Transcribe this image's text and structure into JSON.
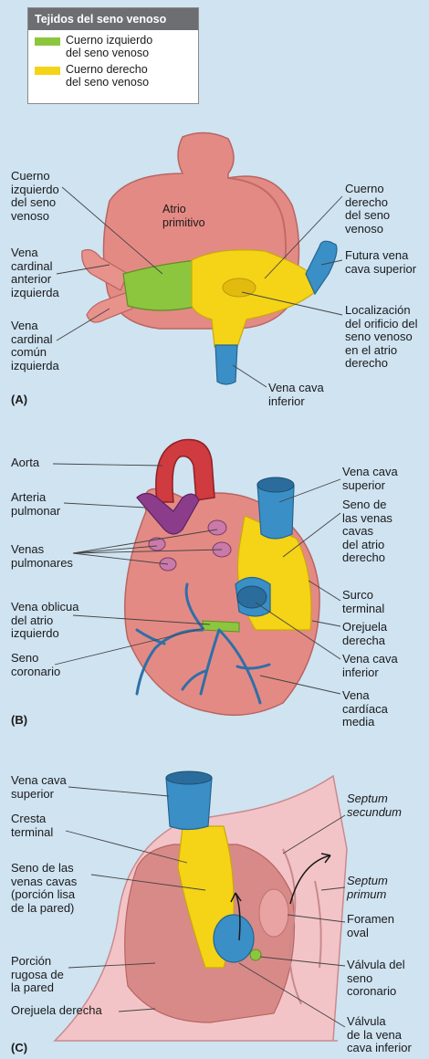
{
  "legend": {
    "title": "Tejidos del seno venoso",
    "items": [
      {
        "label": "Cuerno izquierdo\ndel seno venoso",
        "color": "#8cc63f"
      },
      {
        "label": "Cuerno derecho\ndel seno venoso",
        "color": "#f5d316"
      }
    ]
  },
  "colors": {
    "background": "#cfe3f1",
    "heart_tissue": "#e48a84",
    "vessel_blue": "#3a8fc6",
    "artery_red": "#cf3b3f",
    "pulmonary_purple": "#8b3d8c",
    "coronary_vein": "#2f6fa8",
    "left_horn_green": "#8cc63f",
    "right_horn_yellow": "#f5d316"
  },
  "panel_a": {
    "panel_label": "(A)",
    "atrium_label": "Atrio\nprimitivo",
    "labels": {
      "left_horn": "Cuerno\nizquierdo\ndel seno\nvenoso",
      "left_anterior_cardinal": "Vena\ncardinal\nanterior\nizquierda",
      "left_common_cardinal": "Vena\ncardinal\ncomún\nizquierda",
      "right_horn": "Cuerno\nderecho\ndel seno\nvenoso",
      "future_svc": "Futura vena\ncava superior",
      "orifice_location": "Localización\ndel orificio del\nseno venoso\nen el atrio\nderecho",
      "ivc": "Vena cava\ninferior"
    }
  },
  "panel_b": {
    "panel_label": "(B)",
    "labels": {
      "aorta": "Aorta",
      "pulmonary_artery": "Arteria\npulmonar",
      "pulmonary_veins": "Venas\npulmonares",
      "oblique_vein": "Vena oblicua\ndel atrio\nizquierdo",
      "coronary_sinus": "Seno\ncoronario",
      "svc": "Vena cava\nsuperior",
      "sinus_venarum": "Seno de\nlas venas\ncavas\ndel atrio\nderecho",
      "sulcus_terminalis": "Surco\nterminal",
      "right_auricle": "Orejuela\nderecha",
      "ivc": "Vena cava\ninferior",
      "middle_cardiac_vein": "Vena\ncardíaca\nmedia"
    }
  },
  "panel_c": {
    "panel_label": "(C)",
    "labels": {
      "svc": "Vena cava\nsuperior",
      "crista_terminalis": "Cresta\nterminal",
      "sinus_venarum": "Seno de las\nvenas cavas\n(porción lisa\nde la pared)",
      "pectinate_part": "Porción\nrugosa de\nla pared",
      "right_auricle": "Orejuela derecha",
      "septum_secundum": "Septum\nsecundum",
      "septum_primum": "Septum\nprimum",
      "foramen_ovale": "Foramen\noval",
      "coronary_sinus_valve": "Válvula del\nseno\ncoronario",
      "ivc_valve": "Válvula\nde la vena\ncava inferior"
    }
  }
}
